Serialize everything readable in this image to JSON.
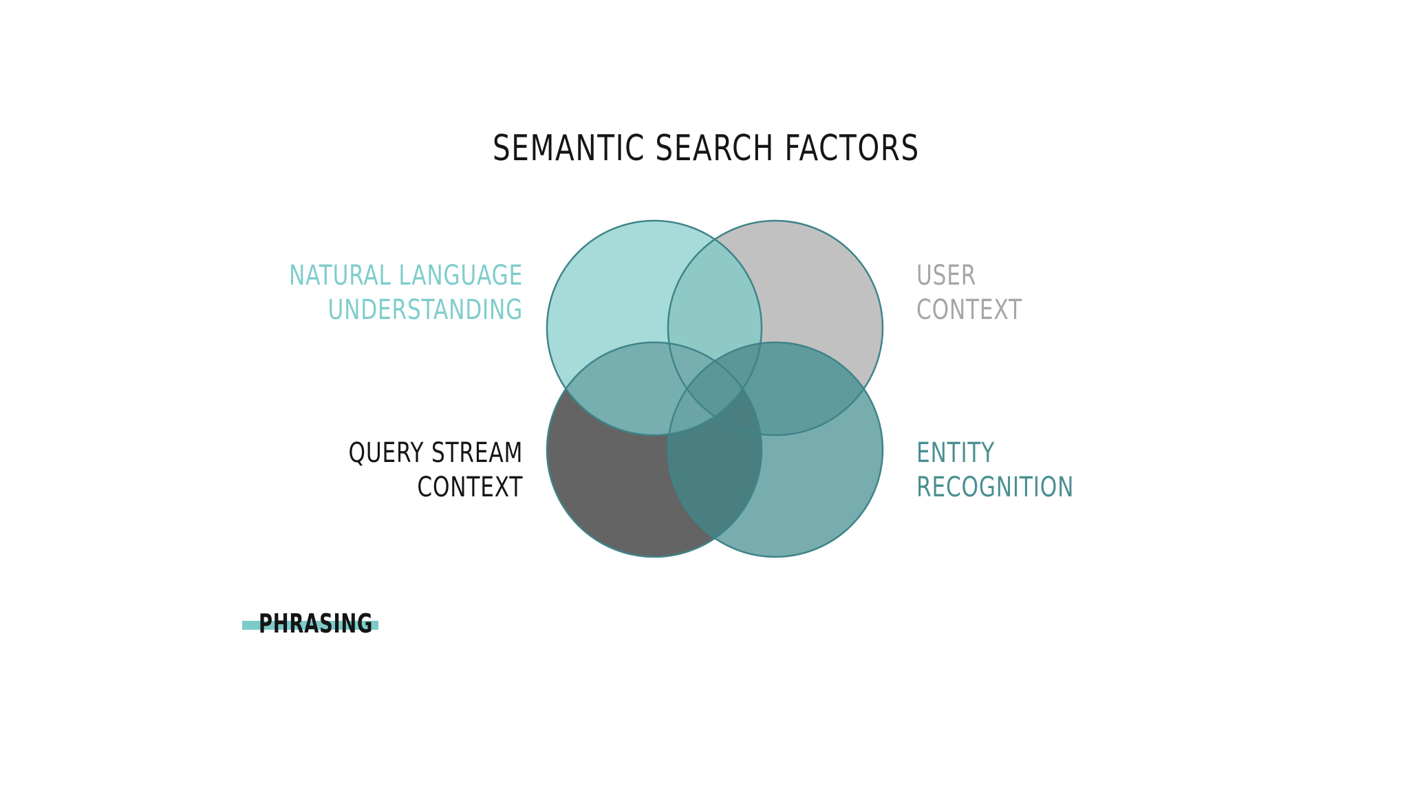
{
  "diagram": {
    "title": "SEMANTIC SEARCH FACTORS",
    "factors": {
      "nlu": {
        "lines": [
          "NATURAL LANGUAGE",
          "UNDERSTANDING"
        ],
        "color": "#7ecdcb",
        "fill": "#a6dbda"
      },
      "user_context": {
        "lines": [
          "USER",
          "CONTEXT"
        ],
        "color": "#a6a6a6",
        "fill": "#c1c1c1"
      },
      "query_stream": {
        "lines": [
          "QUERY STREAM",
          "CONTEXT"
        ],
        "color": "#151515",
        "fill": "#646464"
      },
      "entity": {
        "lines": [
          "ENTITY",
          "RECOGNITION"
        ],
        "color": "#4a8f92",
        "fill": "#78adaf"
      }
    },
    "outline_color": "#3f8488"
  },
  "brand": {
    "name": "PHRASING",
    "accent": "#7ccac9"
  }
}
